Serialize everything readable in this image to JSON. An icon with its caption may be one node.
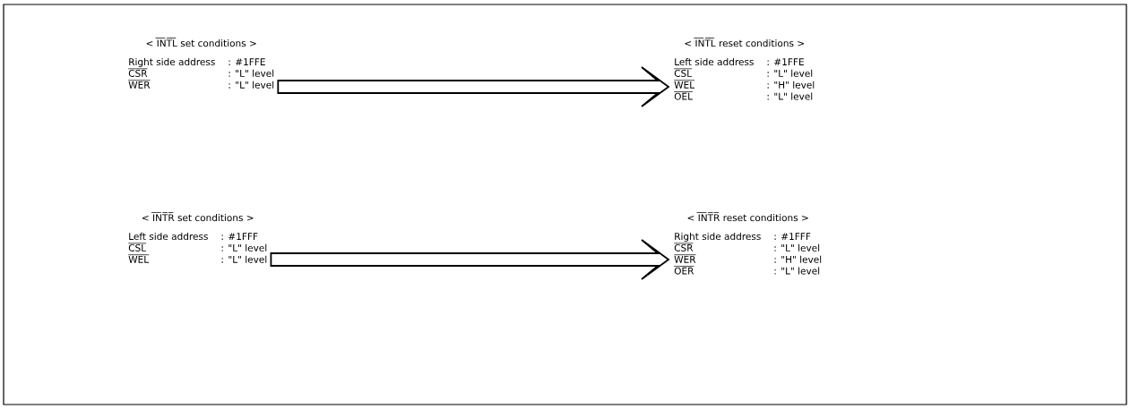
{
  "diagram": {
    "nodes": [
      {
        "text": [
          "< I̅N̅T̅L̅ set conditions >",
          "Right side address",
          ": #1FFE",
          "CSR",
          ": \"L\" level",
          "WER",
          ": \"L\" level"
        ]
      },
      {
        "text": [
          "< I̅N̅T̅L̅ reset conditions >",
          "Left side address",
          ": #1FFE",
          "CSL",
          ": \"L\" level",
          "WEL",
          ": \"H\" level",
          "OEL",
          ": \"L\" level"
        ]
      },
      {
        "text": [
          "< I̅N̅T̅R̅ set conditions >",
          "Left side address",
          ": #1FFF",
          "CSL",
          ": \"L\" level",
          "WEL",
          ": \"L\" level"
        ]
      },
      {
        "text": [
          "< I̅N̅T̅R̅ reset conditions >",
          "Right side address",
          ": #1FFF",
          "CSR",
          ": \"L\" level",
          "WER",
          ": \"H\" level",
          "OER",
          ": \"L\" level"
        ]
      }
    ],
    "edges": [
      {
        "from": 0,
        "to": 1,
        "arrow": "to"
      },
      {
        "from": 2,
        "to": 3,
        "arrow": "to"
      }
    ]
  }
}
